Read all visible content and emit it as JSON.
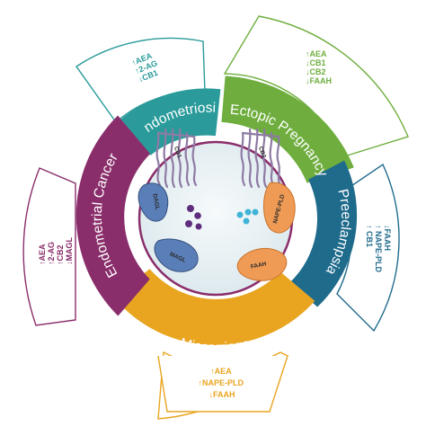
{
  "colors": {
    "endometriosis": "#2a9a9a",
    "ectopic_pregnancy": "#6fae3e",
    "preeclampsia": "#1f6b8c",
    "miscarriage": "#e9a520",
    "endometrial_cancer": "#8a2e6b",
    "cell_fill": "#e6f0f3",
    "cell_border": "#8a2e6b",
    "receptor": "#8e7ba4"
  },
  "segments": {
    "endometriosis": {
      "label": "Endometriosis",
      "markers": [
        "↑AEA",
        "↑2-AG",
        "↓CB1"
      ]
    },
    "ectopic_pregnancy": {
      "label": "Ectopic Pregnancy",
      "markers": [
        "↑AEA",
        "↓CB1",
        "↓CB2",
        "↓FAAH"
      ]
    },
    "preeclampsia": {
      "label": "Preeclampsia",
      "markers": [
        "↑ CB1",
        "↑ NAPE-PLD",
        "↓FAAH"
      ]
    },
    "miscarriage": {
      "label": "Miscarriage",
      "markers": [
        "↑AEA",
        "↑NAPE-PLD",
        "↓FAAH"
      ]
    },
    "endometrial_cancer": {
      "label": "Endometrial Cancer",
      "markers": [
        "↑AEA",
        "↑2-AG",
        "↑CB2",
        "↓MAGL"
      ]
    }
  },
  "cell": {
    "receptors": [
      "CB1",
      "CB2"
    ],
    "enzymes": {
      "dagl": "DAGL",
      "magl": "MAGL",
      "faah": "FAAH",
      "nape_pld": "NAPE-PLD"
    }
  }
}
